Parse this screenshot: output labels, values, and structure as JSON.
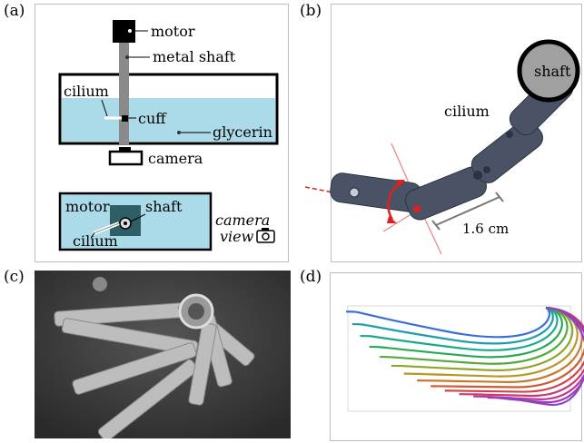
{
  "figure": {
    "panel_a": {
      "label": "(a)",
      "motor": "motor",
      "metal_shaft": "metal shaft",
      "cilium": "cilium",
      "cuff": "cuff",
      "glycerin": "glycerin",
      "camera": "camera",
      "bottom_motor": "motor",
      "bottom_shaft": "shaft",
      "bottom_cilium": "cilium",
      "camera_view_1": "camera",
      "camera_view_2": "view",
      "colors": {
        "glycerin": "#abdbe8",
        "cuff": "#2f5f66",
        "shaft": "#8a8a8a"
      }
    },
    "panel_b": {
      "label": "(b)",
      "shaft": "shaft",
      "cilium": "cilium",
      "scale": "1.6 cm",
      "colors": {
        "body": "#4a5366",
        "shaft_disc": "#a0a0a0",
        "angle": "#e02020"
      }
    },
    "panel_c": {
      "label": "(c)",
      "colors": {
        "background": "#3a3a3a",
        "chain": "#c8c8c8"
      }
    },
    "panel_d": {
      "label": "(d)"
    }
  }
}
